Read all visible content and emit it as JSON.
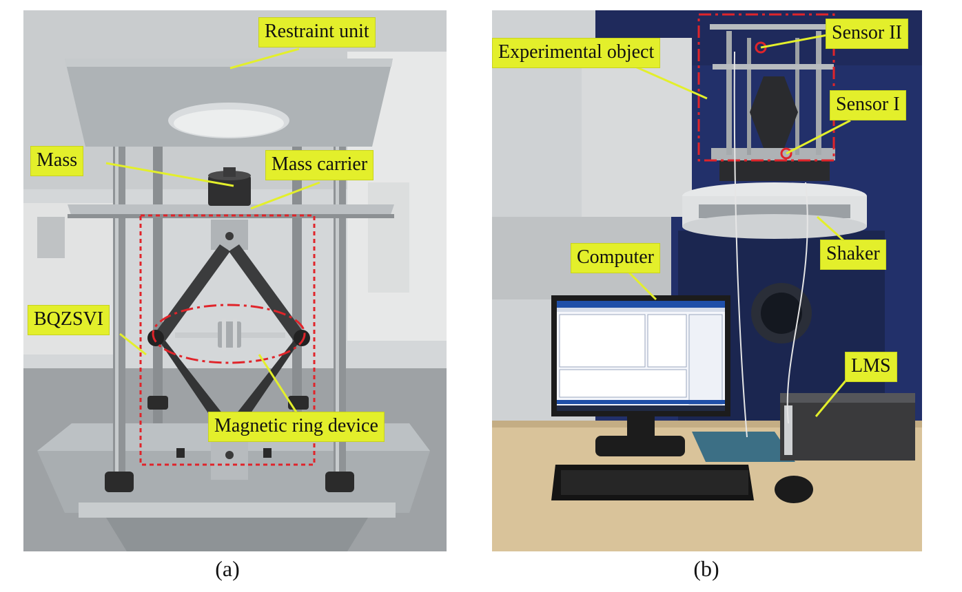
{
  "figure": {
    "panel_a": {
      "caption": "(a)",
      "labels": {
        "restraint_unit": "Restraint unit",
        "mass": "Mass",
        "mass_carrier": "Mass carrier",
        "bqzsvi": "BQZSVI",
        "magnetic_ring_device": "Magnetic ring device"
      }
    },
    "panel_b": {
      "caption": "(b)",
      "labels": {
        "experimental_object": "Experimental object",
        "sensor_ii": "Sensor II",
        "sensor_i": "Sensor I",
        "shaker": "Shaker",
        "computer": "Computer",
        "lms": "LMS"
      }
    }
  },
  "colors": {
    "callout_fill": "#e3ef2b",
    "annotation_line": "#e3ef2b",
    "dashed_outline": "#e0242a",
    "background": "#ffffff"
  }
}
